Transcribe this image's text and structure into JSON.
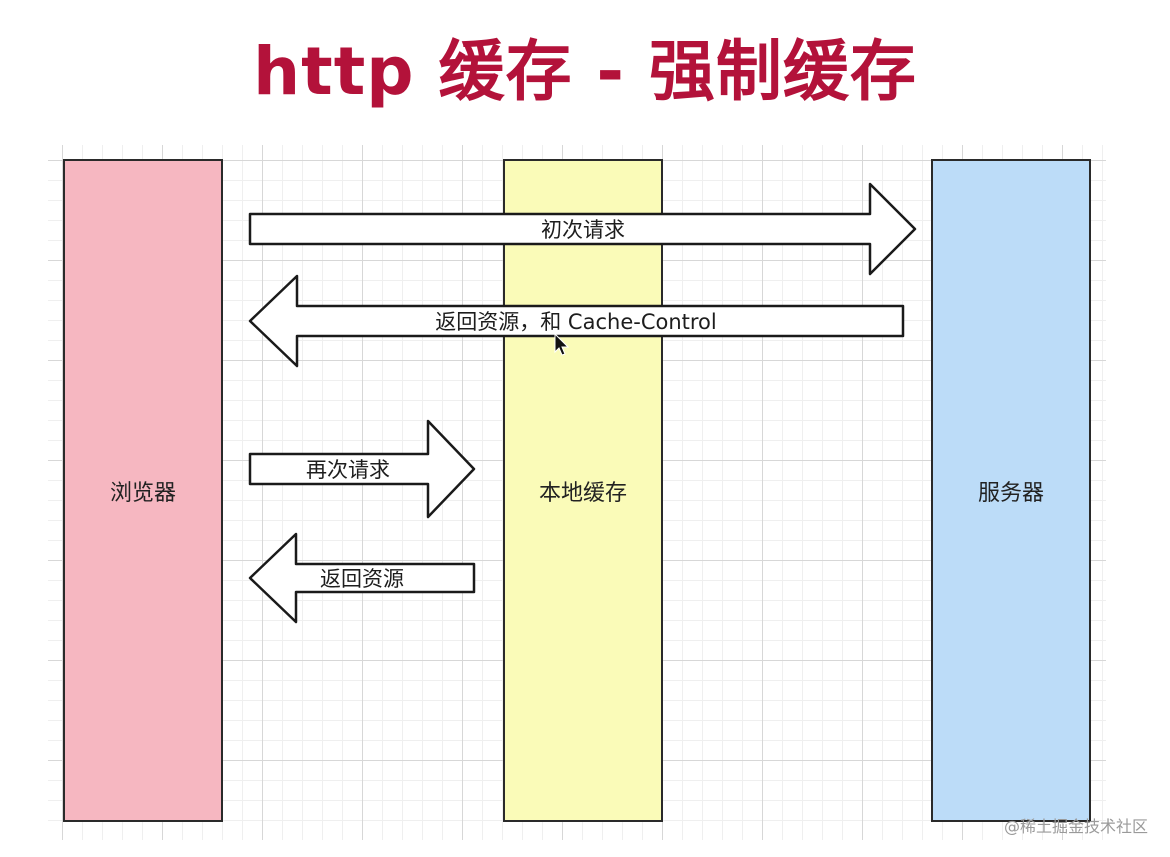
{
  "title": "http 缓存 - 强制缓存",
  "columns": {
    "browser": "浏览器",
    "cache": "本地缓存",
    "server": "服务器"
  },
  "arrows": {
    "first_request": "初次请求",
    "return_with_cache_control": "返回资源，和 Cache-Control",
    "second_request": "再次请求",
    "return_resource": "返回资源"
  },
  "watermark": "@稀土掘金技术社区",
  "colors": {
    "title": "#b3123a",
    "browser": "#f6b7c1",
    "cache": "#fafbb8",
    "server": "#bcdcf8"
  }
}
